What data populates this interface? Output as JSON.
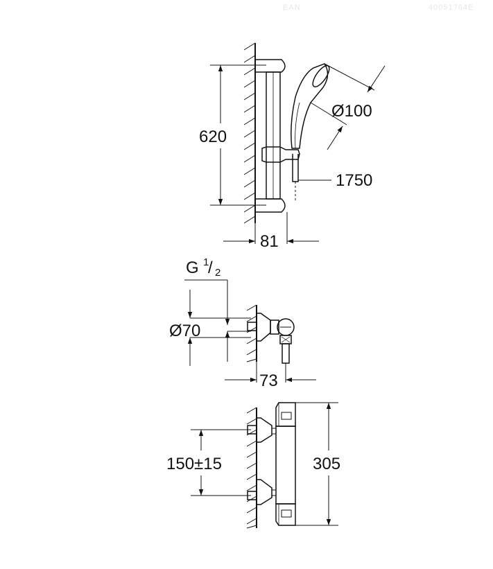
{
  "header": {
    "code_left": "EAN",
    "code_right": "40051764E"
  },
  "dimensions": {
    "shower_height": "620",
    "hand_shower_diameter": "Ø100",
    "hose_length": "1750",
    "rail_depth": "81",
    "thread_prefix": "G",
    "thread_numerator": "1",
    "thread_slash": "/",
    "thread_denominator": "2",
    "escutcheon_diameter": "Ø70",
    "mixer_depth": "73",
    "inlet_spacing": "150±15",
    "mixer_length": "305"
  },
  "colors": {
    "line": "#111111",
    "hatch": "#111111",
    "background": "#ffffff"
  }
}
